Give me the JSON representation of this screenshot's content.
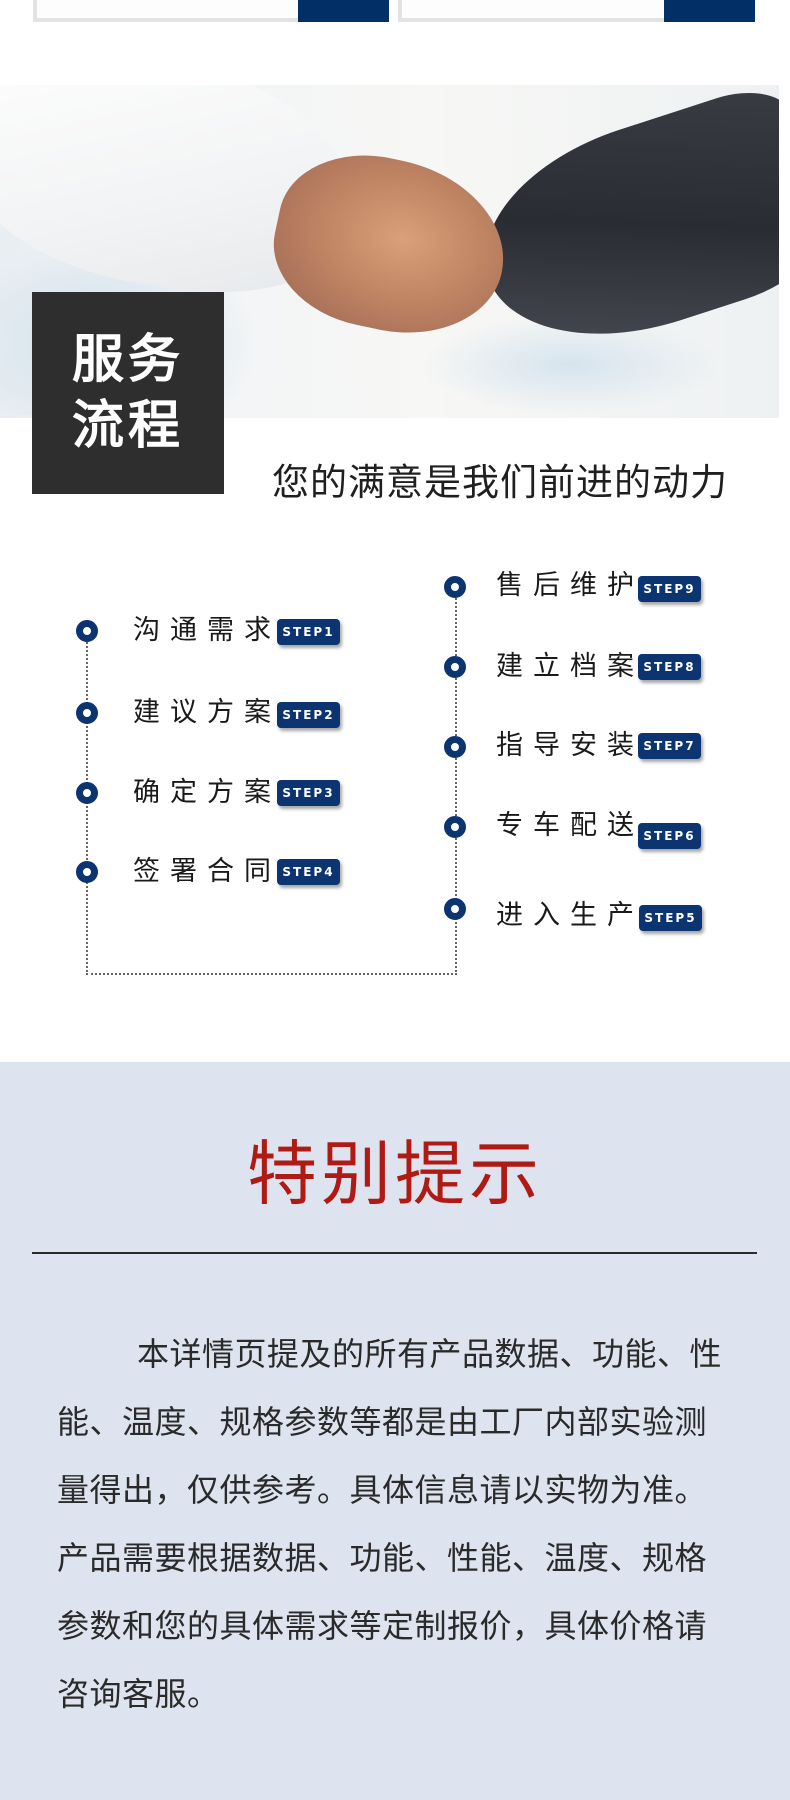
{
  "top_cards": [
    {
      "accent": "#023066"
    },
    {
      "accent": "#023066"
    }
  ],
  "hero": {
    "image": "handshake-photo",
    "title_line1": "服务",
    "title_line2": "流程",
    "subtitle": "您的满意是我们前进的动力"
  },
  "process": {
    "left_steps": [
      {
        "label": "沟通需求",
        "badge": "STEP1"
      },
      {
        "label": "建议方案",
        "badge": "STEP2"
      },
      {
        "label": "确定方案",
        "badge": "STEP3"
      },
      {
        "label": "签署合同",
        "badge": "STEP4"
      }
    ],
    "right_steps": [
      {
        "label": "售后维护",
        "badge": "STEP9"
      },
      {
        "label": "建立档案",
        "badge": "STEP8"
      },
      {
        "label": "指导安装",
        "badge": "STEP7"
      },
      {
        "label": "专车配送",
        "badge": "STEP6"
      },
      {
        "label": "进入生产",
        "badge": "STEP5"
      }
    ],
    "accent_color": "#0b3470"
  },
  "notice": {
    "title": "特别提示",
    "title_color": "#b01a14",
    "background": "#dde4ef",
    "body": "本详情页提及的所有产品数据、功能、性能、温度、规格参数等都是由工厂内部实验测量得出，仅供参考。具体信息请以实物为准。产品需要根据数据、功能、性能、温度、规格参数和您的具体需求等定制报价，具体价格请咨询客服。"
  }
}
